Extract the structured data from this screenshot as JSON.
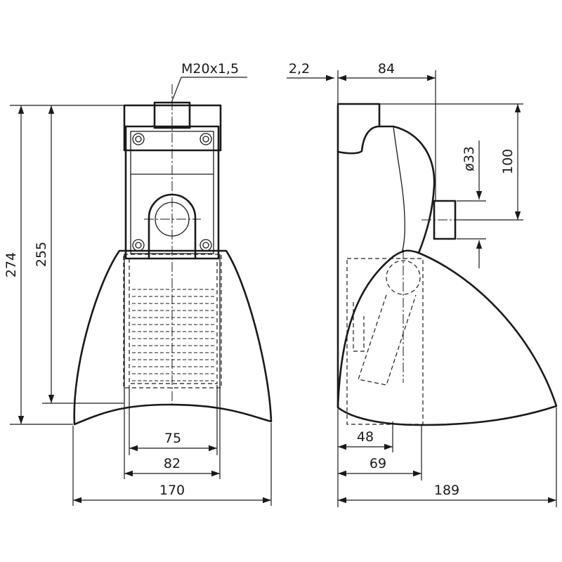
{
  "diagram": {
    "dimensions": {
      "thread": "M20x1,5",
      "offset_2_2": "2,2",
      "width_84": "84",
      "diameter_33": "ø33",
      "height_100": "100",
      "height_274": "274",
      "height_255": "255",
      "width_75": "75",
      "width_82": "82",
      "width_170": "170",
      "depth_48": "48",
      "depth_69": "69",
      "depth_189": "189"
    }
  }
}
